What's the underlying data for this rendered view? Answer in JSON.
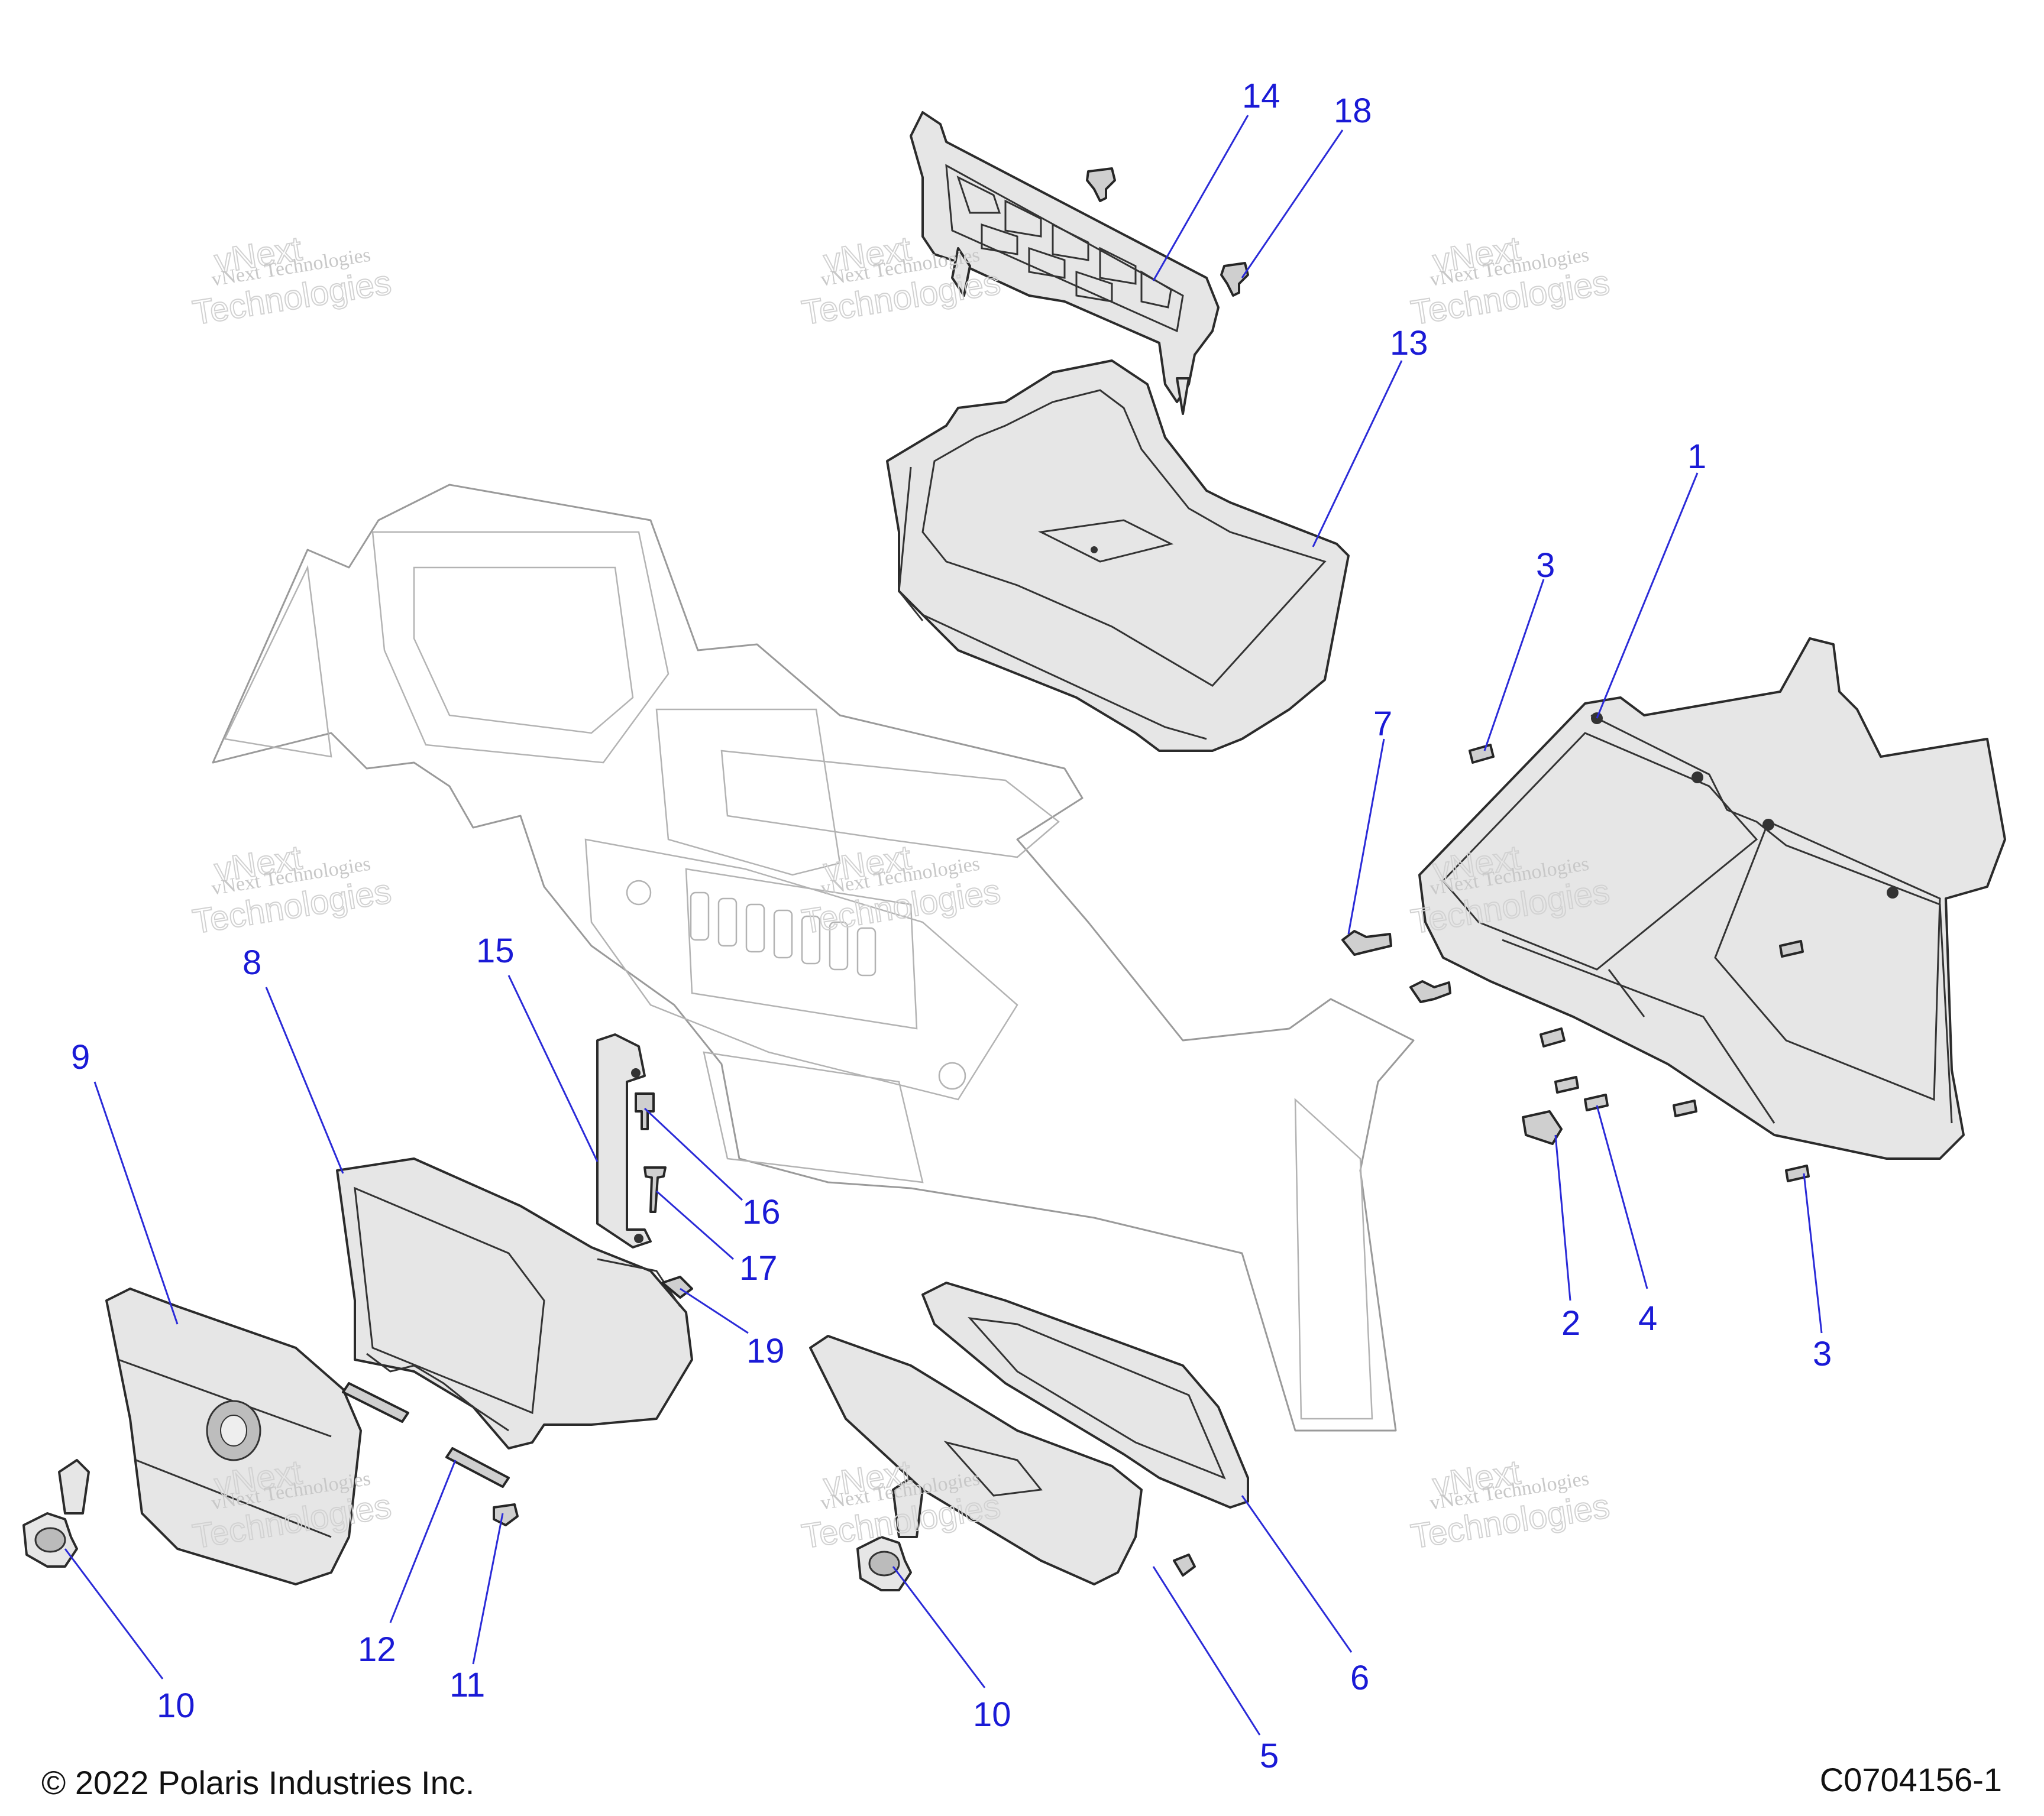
{
  "callouts": [
    {
      "id": "c1",
      "label": "1"
    },
    {
      "id": "c2",
      "label": "2"
    },
    {
      "id": "c3a",
      "label": "3"
    },
    {
      "id": "c3b",
      "label": "3"
    },
    {
      "id": "c4",
      "label": "4"
    },
    {
      "id": "c5",
      "label": "5"
    },
    {
      "id": "c6",
      "label": "6"
    },
    {
      "id": "c7",
      "label": "7"
    },
    {
      "id": "c8",
      "label": "8"
    },
    {
      "id": "c9",
      "label": "9"
    },
    {
      "id": "c10a",
      "label": "10"
    },
    {
      "id": "c10b",
      "label": "10"
    },
    {
      "id": "c11",
      "label": "11"
    },
    {
      "id": "c12",
      "label": "12"
    },
    {
      "id": "c13",
      "label": "13"
    },
    {
      "id": "c14",
      "label": "14"
    },
    {
      "id": "c15",
      "label": "15"
    },
    {
      "id": "c16",
      "label": "16"
    },
    {
      "id": "c17",
      "label": "17"
    },
    {
      "id": "c18",
      "label": "18"
    },
    {
      "id": "c19",
      "label": "19"
    }
  ],
  "watermark": {
    "line1": "vNext Technologies",
    "big1": "vNext",
    "big2": "Technologies"
  },
  "footer": {
    "copyright": "© 2022 Polaris Industries Inc.",
    "code": "C0704156-1"
  },
  "colors": {
    "callout": "#1a1ad6",
    "outline": "#2b2b2b",
    "fill": "#e6e6e6"
  }
}
